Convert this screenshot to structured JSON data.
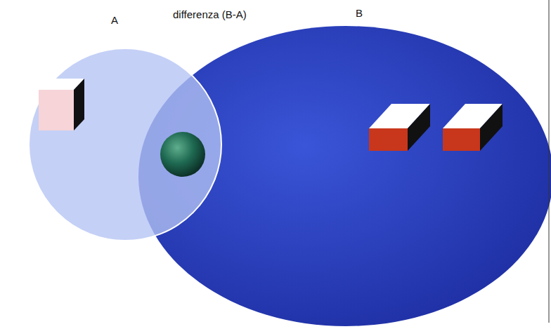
{
  "diagram": {
    "nodes": [
      {
        "text": [
          "A"
        ]
      },
      {
        "text": [
          "B"
        ]
      }
    ],
    "labels": [
      "differenza (B-A)"
    ]
  }
}
